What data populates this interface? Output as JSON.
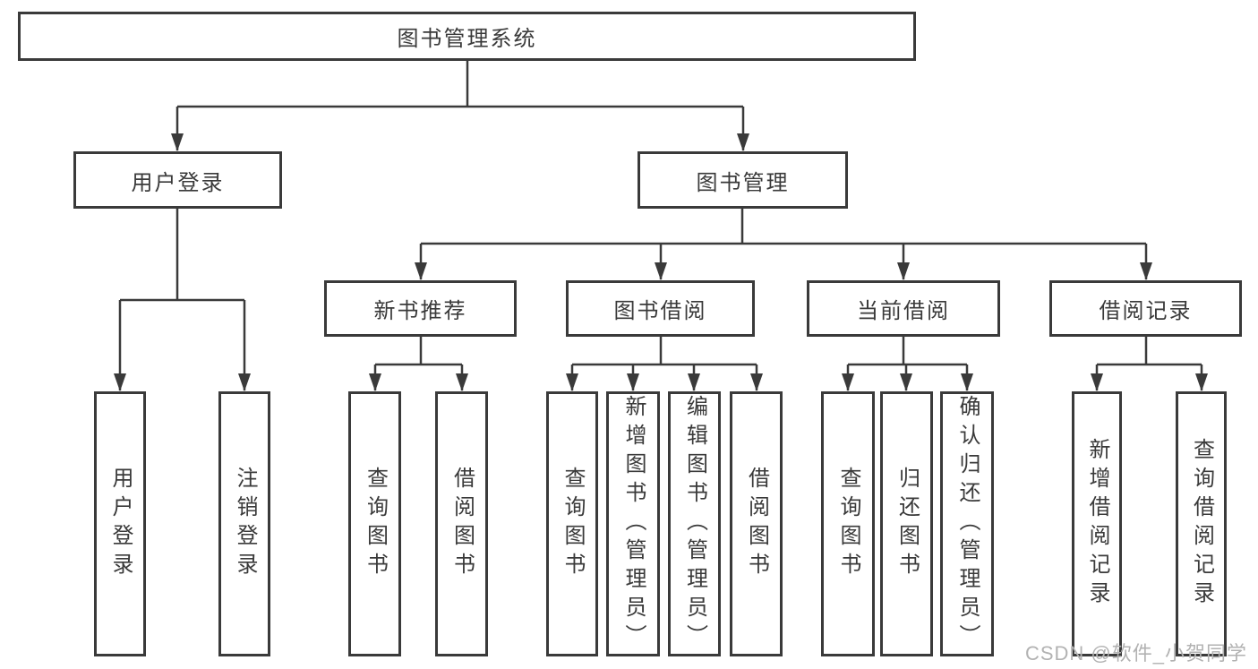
{
  "diagram": {
    "type": "hierarchy-tree",
    "background": "#ffffff",
    "line_color": "#3a3a3a",
    "text_color": "#3a3a3a",
    "watermark": {
      "text": "CSDN @软件_小贺同学",
      "color": "#b2b2b2"
    },
    "tree": {
      "label": "图书管理系统",
      "children": [
        {
          "label": "用户登录",
          "children": [
            {
              "label": "用户登录"
            },
            {
              "label": "注销登录"
            }
          ]
        },
        {
          "label": "图书管理",
          "children": [
            {
              "label": "新书推荐",
              "children": [
                {
                  "label": "查询图书"
                },
                {
                  "label": "借阅图书"
                }
              ]
            },
            {
              "label": "图书借阅",
              "children": [
                {
                  "label": "查询图书"
                },
                {
                  "label": "新增图书（管理员）"
                },
                {
                  "label": "编辑图书（管理员）"
                },
                {
                  "label": "借阅图书"
                }
              ]
            },
            {
              "label": "当前借阅",
              "children": [
                {
                  "label": "查询图书"
                },
                {
                  "label": "归还图书"
                },
                {
                  "label": "确认归还（管理员）"
                }
              ]
            },
            {
              "label": "借阅记录",
              "children": [
                {
                  "label": "新增借阅记录"
                },
                {
                  "label": "查询借阅记录"
                }
              ]
            }
          ]
        }
      ]
    }
  }
}
